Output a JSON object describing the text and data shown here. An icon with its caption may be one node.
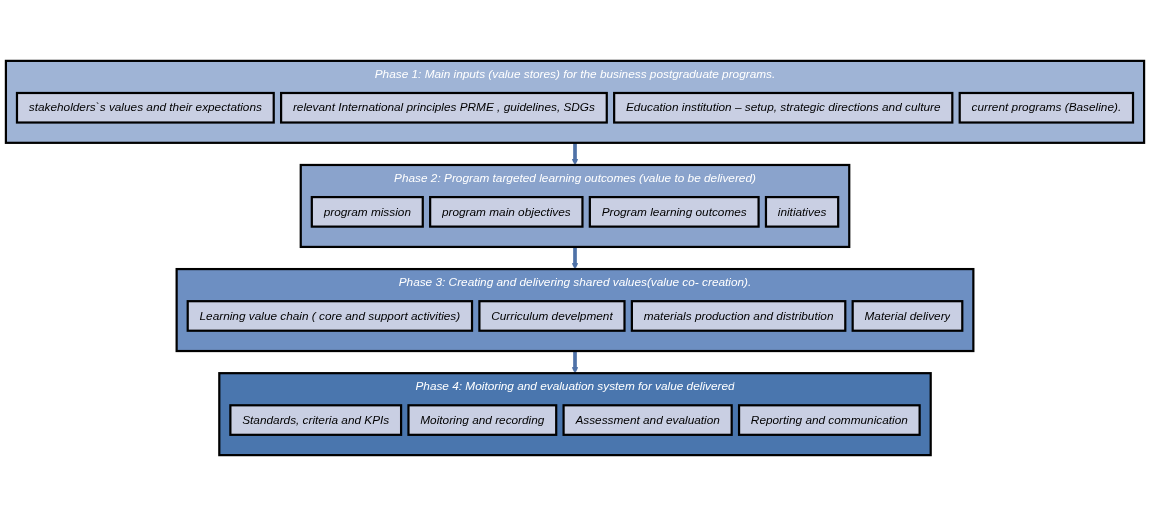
{
  "diagram": {
    "nodes": [
      {
        "text": [
          "Phase 1: Main inputs (value stores) for the business postgraduate programs."
        ]
      },
      {
        "text": [
          "stakeholders`s values and their expectations"
        ],
        "in": 0
      },
      {
        "text": [
          "relevant International principles PRME , guidelines, SDGs"
        ],
        "in": 0
      },
      {
        "text": [
          "Education institution – setup, strategic directions and culture"
        ],
        "in": 0
      },
      {
        "text": [
          "current programs (Baseline)."
        ],
        "in": 0
      },
      {
        "text": [
          "Phase 2: Program targeted learning outcomes (value to be delivered)"
        ]
      },
      {
        "text": [
          "program mission"
        ],
        "in": 5
      },
      {
        "text": [
          "program main objectives"
        ],
        "in": 5
      },
      {
        "text": [
          "Program learning outcomes"
        ],
        "in": 5
      },
      {
        "text": [
          "initiatives"
        ],
        "in": 5
      },
      {
        "text": [
          "Phase 3: Creating and delivering shared values(value co- creation)."
        ]
      },
      {
        "text": [
          "Learning value chain ( core and support activities)"
        ],
        "in": 10
      },
      {
        "text": [
          "Curriculum develpment"
        ],
        "in": 10
      },
      {
        "text": [
          "materials production and distribution"
        ],
        "in": 10
      },
      {
        "text": [
          "Material delivery"
        ],
        "in": 10
      },
      {
        "text": [
          "Phase 4: Moitoring and evaluation system for  value delivered"
        ]
      },
      {
        "text": [
          "Standards, criteria and KPIs"
        ],
        "in": 15
      },
      {
        "text": [
          "Moitoring and recording"
        ],
        "in": 15
      },
      {
        "text": [
          "Assessment and evaluation"
        ],
        "in": 15
      },
      {
        "text": [
          "Reporting and communication"
        ],
        "in": 15
      }
    ],
    "edges": [
      {
        "from": 0,
        "to": 5,
        "arrow": "to"
      },
      {
        "from": 5,
        "to": 10,
        "arrow": "to"
      },
      {
        "from": 10,
        "to": 15,
        "arrow": "to"
      }
    ]
  }
}
